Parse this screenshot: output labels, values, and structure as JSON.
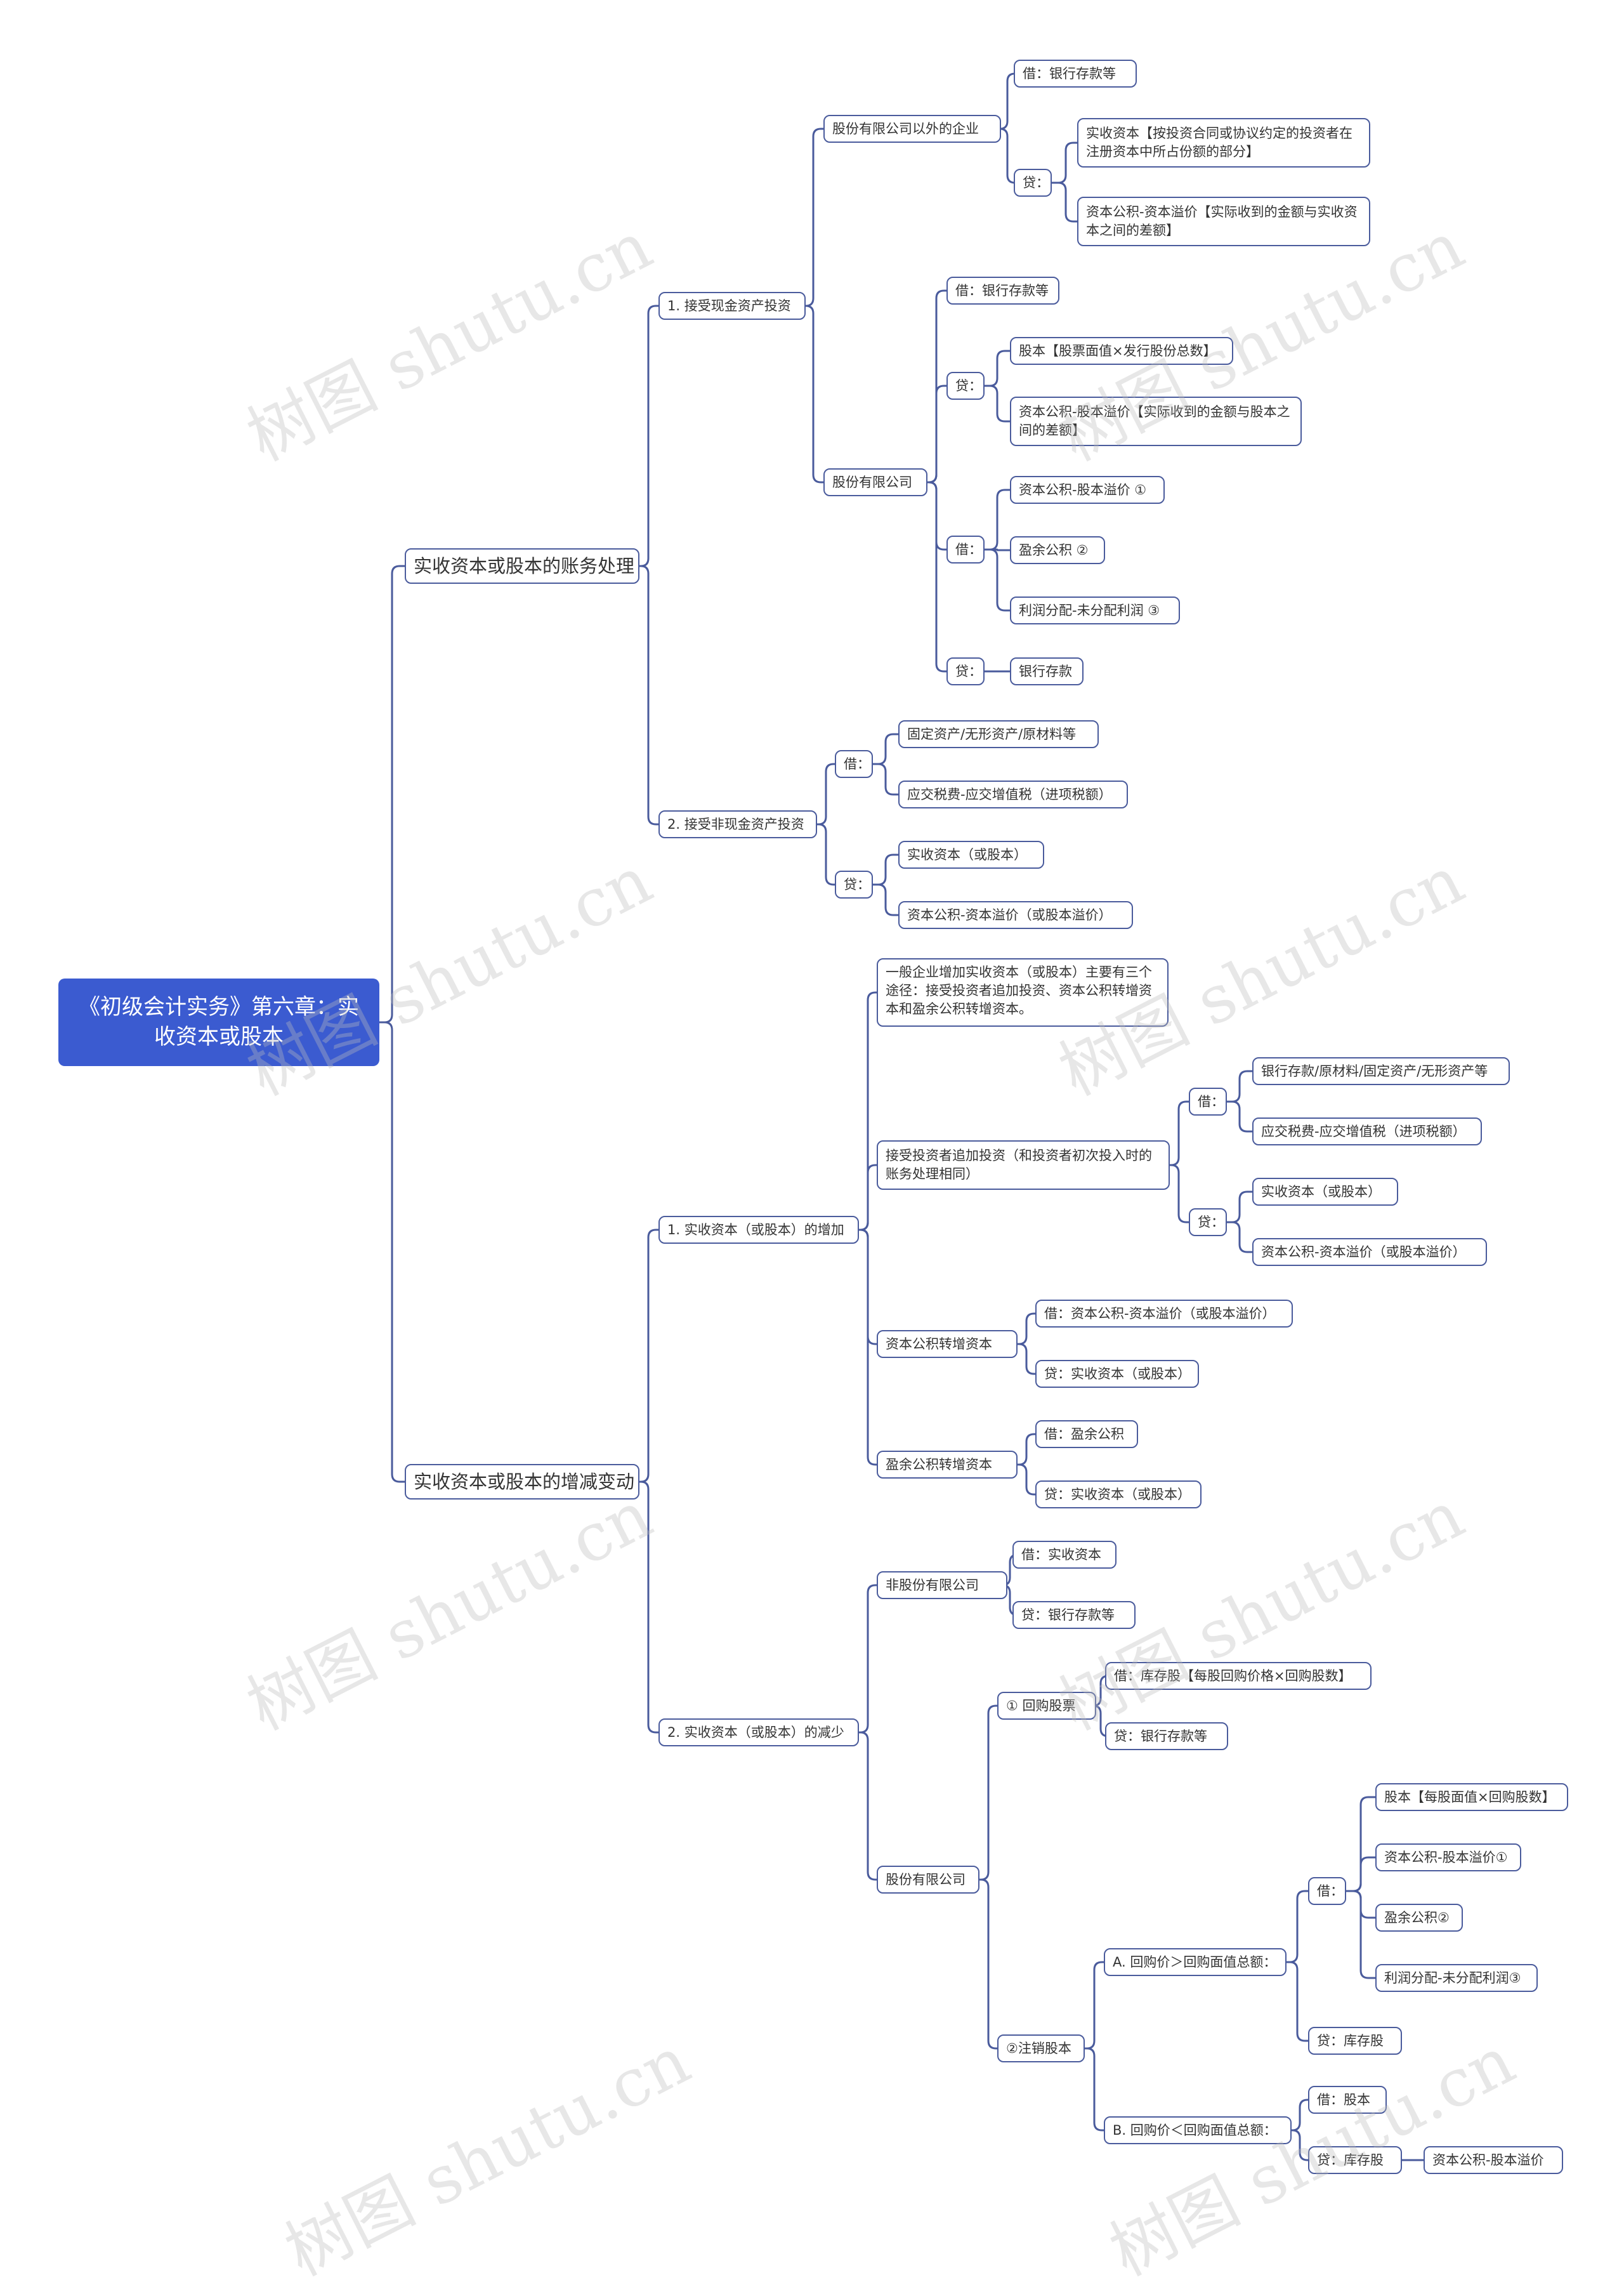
{
  "root": "《初级会计实务》第六章：实收资本或股本",
  "colors": {
    "root_fill": "#3b5bd0",
    "line": "#4a5b9c",
    "node_border": "#4a5b9c"
  },
  "watermark": "树图 shutu.cn",
  "branch_account": {
    "label": "实收资本或股本的账务处理",
    "cash": {
      "label": "1. 接受现金资产投资",
      "non_share": {
        "label": "股份有限公司以外的企业",
        "debit": "借：银行存款等",
        "credit": "贷：",
        "credit_items": [
          "实收资本【按投资合同或协议约定的投资者在注册资本中所占份额的部分】",
          "资本公积-资本溢价【实际收到的金额与实收资本之间的差额】"
        ]
      },
      "share": {
        "label": "股份有限公司",
        "debit1": "借：银行存款等",
        "credit1": "贷：",
        "credit1_items": [
          "股本【股票面值×发行股份总数】",
          "资本公积-股本溢价【实际收到的金额与股本之间的差额】"
        ],
        "debit2": "借：",
        "debit2_items": [
          "资本公积-股本溢价 ①",
          "盈余公积 ②",
          "利润分配-未分配利润 ③"
        ],
        "credit2": "贷：",
        "credit2_item": "银行存款"
      }
    },
    "noncash": {
      "label": "2. 接受非现金资产投资",
      "debit": "借：",
      "debit_items": [
        "固定资产/无形资产/原材料等",
        "应交税费-应交增值税（进项税额）"
      ],
      "credit": "贷：",
      "credit_items": [
        "实收资本（或股本）",
        "资本公积-资本溢价（或股本溢价）"
      ]
    }
  },
  "branch_change": {
    "label": "实收资本或股本的增减变动",
    "increase": {
      "label": "1. 实收资本（或股本）的增加",
      "intro": "一般企业增加实收资本（或股本）主要有三个途径：接受投资者追加投资、资本公积转增资本和盈余公积转增资本。",
      "additional": {
        "label": "接受投资者追加投资（和投资者初次投入时的账务处理相同）",
        "debit": "借：",
        "debit_items": [
          "银行存款/原材料/固定资产/无形资产等",
          "应交税费-应交增值税（进项税额）"
        ],
        "credit": "贷：",
        "credit_items": [
          "实收资本（或股本）",
          "资本公积-资本溢价（或股本溢价）"
        ]
      },
      "capital_reserve": {
        "label": "资本公积转增资本",
        "items": [
          "借：资本公积-资本溢价（或股本溢价）",
          "贷：实收资本（或股本）"
        ]
      },
      "surplus_reserve": {
        "label": "盈余公积转增资本",
        "items": [
          "借：盈余公积",
          "贷：实收资本（或股本）"
        ]
      }
    },
    "decrease": {
      "label": "2. 实收资本（或股本）的减少",
      "non_share": {
        "label": "非股份有限公司",
        "items": [
          "借：实收资本",
          "贷：银行存款等"
        ]
      },
      "share": {
        "label": "股份有限公司",
        "repurchase": {
          "label": "① 回购股票",
          "items": [
            "借：库存股【每股回购价格×回购股数】",
            "贷：银行存款等"
          ]
        },
        "cancel": {
          "label": "②注销股本",
          "a": {
            "label": "A. 回购价＞回购面值总额：",
            "debit": "借：",
            "debit_items": [
              "股本【每股面值×回购股数】",
              "资本公积-股本溢价①",
              "盈余公积②",
              "利润分配-未分配利润③"
            ],
            "credit": "贷：库存股"
          },
          "b": {
            "label": "B. 回购价＜回购面值总额：",
            "debit": "借：股本",
            "credit": "贷：库存股",
            "credit_item": "资本公积-股本溢价"
          }
        }
      }
    }
  }
}
